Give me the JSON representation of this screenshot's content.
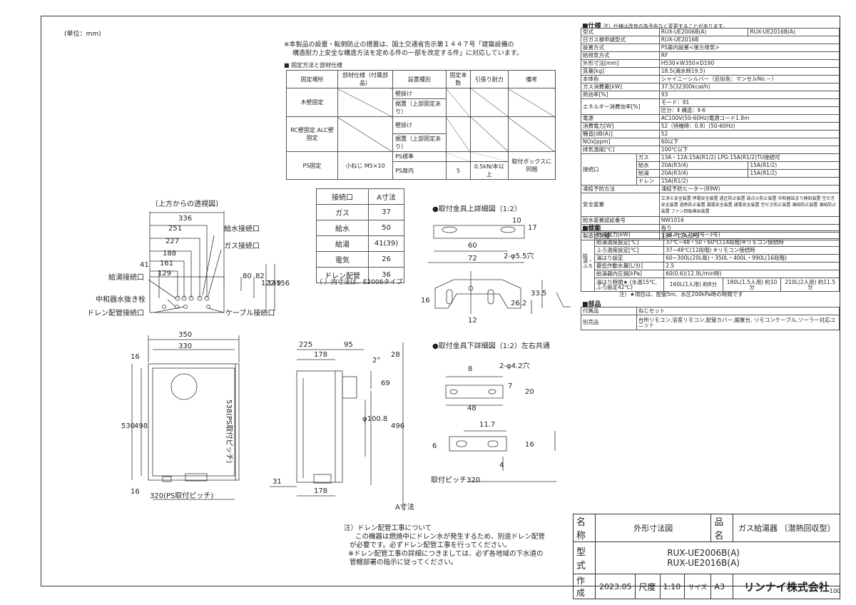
{
  "unit": "(単位：mm)",
  "note_top": [
    "※本製品の設置・転倒防止の措置は、国土交通省告示第１４４７号「建築設備の",
    "構造耐力上安全な構造方法を定める件の一部を改定する件」に対応しています。"
  ],
  "fix_title": "■ 固定方法と部材仕様",
  "fix_table": {
    "headers": [
      "固定場所",
      "部材仕様（付属部品）",
      "設置種別",
      "固定本数",
      "引張り耐力",
      "備考"
    ],
    "rows": [
      {
        "place": "木壁固定",
        "types": [
          "壁掛け",
          "据置（上部固定あり）"
        ]
      },
      {
        "place": "RC壁固定 ALC壁固定",
        "types": [
          "壁掛け",
          "据置（上部固定あり）"
        ]
      },
      {
        "place": "PS固定",
        "part": "小ねじ M5×10",
        "types": [
          "PS標準",
          "PS扉内"
        ],
        "count": "5",
        "strength": "0.5kN/本以上",
        "remark": "取付ボックスに同梱"
      }
    ]
  },
  "conn_table": {
    "headers": [
      "接続口",
      "A寸法"
    ],
    "rows": [
      [
        "ガス",
        "37"
      ],
      [
        "給水",
        "50"
      ],
      [
        "給湯",
        "41(39)"
      ],
      [
        "電気",
        "26"
      ],
      [
        "ドレン配管",
        "36"
      ]
    ],
    "note": "（ ）内寸法は、E2006タイプ"
  },
  "top_view": {
    "title": "〔上方からの透視図〕",
    "dims": [
      "336",
      "251",
      "227",
      "188",
      "161",
      "129",
      "41",
      "80",
      "82",
      "122",
      "149",
      "156"
    ],
    "labels": [
      "給水接続口",
      "ガス接続口",
      "給湯接続口",
      "中和器水抜き栓",
      "ドレン配管接続口",
      "ケーブル接続口"
    ]
  },
  "front_view": {
    "dims": [
      "350",
      "330",
      "16",
      "498",
      "530",
      "16",
      "538(PS取付ピッチ)",
      "320(PS取付ピッチ)"
    ]
  },
  "side_view": {
    "dims": [
      "225",
      "95",
      "178",
      "28",
      "2°",
      "69",
      "φ100.8",
      "496",
      "31",
      "178",
      "A寸法"
    ]
  },
  "detail_upper": {
    "title": "●取付金具上詳細図（1:2）",
    "dims": [
      "60",
      "10",
      "17",
      "2-φ5.5穴",
      "72",
      "33.5",
      "26.2",
      "16",
      "12"
    ]
  },
  "detail_lower": {
    "title": "●取付金具下詳細図（1:2）左右共通",
    "dims": [
      "8",
      "2-φ4.2穴",
      "7",
      "20",
      "48",
      "11.7",
      "6",
      "16",
      "4",
      "取付ピッチ320"
    ]
  },
  "spec": {
    "title": "■仕様",
    "title_note": "注）仕様は改良の為予告なく変更することがあります。",
    "rows": [
      [
        "型式",
        "RUX-UE2006B(A)",
        "RUX-UE2016B(A)"
      ],
      [
        "日ガス検申請型式",
        "RUX-UE2016B"
      ],
      [
        "設置方式",
        "PS扉内設置<後方排気>"
      ],
      [
        "給排気方式",
        "RF"
      ],
      [
        "外形寸法[mm]",
        "H530×W350×D190"
      ],
      [
        "質量[kg]",
        "18.5(満水時19.5)"
      ],
      [
        "本体色",
        "シャイニーシルバー（近似色：マンセルNo.－）"
      ],
      [
        "ガス消費量[kW]",
        "37.5(32300kcal/h)"
      ],
      [
        "熱効率[%]",
        "93"
      ],
      [
        "エネルギー消費効率[%]",
        "モード：91"
      ],
      [
        "",
        "区分：Ⅱ 構造：Ⅱ-6"
      ],
      [
        "電源",
        "AC100V(50-60Hz)電源コード1.8m"
      ],
      [
        "消費電力[W]",
        "52（待機時：0.8）(50-60Hz)"
      ],
      [
        "騒音[dB(A)]",
        "52"
      ],
      [
        "NOx[ppm]",
        "60以下"
      ],
      [
        "排気温度[℃]",
        "100℃以下"
      ]
    ],
    "connection": {
      "label": "接続口",
      "rows": [
        [
          "ガス",
          "13A・12A:15A(R1/2) LPG:15A(R1/2)TU接続可"
        ],
        [
          "給水",
          "20A(R3/4)",
          "15A(R1/2)"
        ],
        [
          "給湯",
          "20A(R3/4)",
          "15A(R1/2)"
        ],
        [
          "ドレン",
          "15A(R1/2)"
        ]
      ]
    },
    "rows2": [
      [
        "凍結予防方法",
        "凍結予防ヒーター(89W)"
      ],
      [
        "安全装置",
        "立消え安全装置 停電安全装置 過圧防止装置 誤点火防止装置 中和器詰まり検知装置 空だき安全装置 過熱防止装置 漏電安全装置 通電安全装置 空だき防止装置 凍結防止装置 凍結防止装置 ファン回転検出装置"
      ],
      [
        "給水装置認証番号",
        "NW1016"
      ],
      [
        "BL認定",
        "有り"
      ],
      [
        "製造ガス種",
        "13A・12A,LPG"
      ]
    ],
    "perf_title": "■性能",
    "perf_side": "給湯・ふろ",
    "perf": [
      [
        "給湯能力[kW]",
        "34.9~5.2(20号~3号)"
      ],
      [
        "給湯温度設定[℃]",
        "37℃~48・50・60℃(14段階)※リモコン接続時"
      ],
      [
        "ふろ温度設定[℃]",
        "37~48℃(12段階) ※リモコン接続時"
      ],
      [
        "湯はり設定",
        "60~300L(20L毎)・350L・400L・990L(16段階)"
      ],
      [
        "最低作動水量[L/分]",
        "2.5"
      ],
      [
        "給湯器内圧損[kPa]",
        "60(0.6)(12.9L/min時)"
      ],
      [
        "湯はり時間★ (水温15℃,ふろ設定42℃)",
        "160L(1人用) 約8分",
        "180L(1.5人用) 約10分",
        "210L(2人用) 約11.5分"
      ]
    ],
    "perf_note": "注）★項目は、配管5m、水圧200kPa時の時間です",
    "acc_title": "■部品",
    "acc": [
      [
        "付属品",
        "ねじセット"
      ],
      [
        "別売品",
        "台所リモコン,浴室リモコン,配管カバー,据置台, リモコンケーブル,ソーラー対応ユニット"
      ]
    ]
  },
  "drain_note": [
    "注）ドレン配管工事について",
    "この機器は燃焼中にドレン水が発生するため、別途ドレン配管",
    "が必要です。必ずドレン配管工事を行ってください。",
    "※ドレン配管工事の詳細につきましては、必ず各地域の下水道の",
    "管轄部署の指示に従ってください。"
  ],
  "title_block": {
    "name_label": "名称",
    "name": "外形寸法図",
    "product_label": "品名",
    "product": "ガス給湯器 〔潜熱回収型〕",
    "model_label": "型式",
    "models": [
      "RUX-UE2006B(A)",
      "RUX-UE2016B(A)"
    ],
    "made_label": "作成",
    "date": "2023.05",
    "scale_label": "尺度",
    "scale": "1:10",
    "size_label": "サイズ",
    "size": "A3",
    "company": "リンナイ株式会社",
    "page": "100"
  }
}
